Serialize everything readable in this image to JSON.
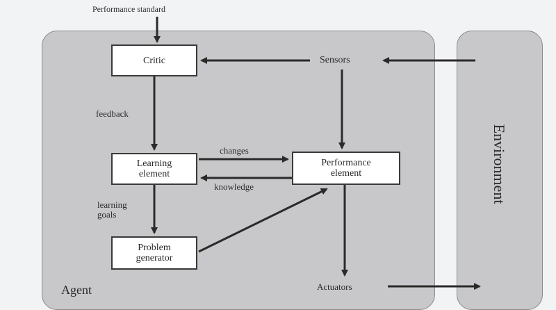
{
  "diagram": {
    "performance_standard": "Performance standard",
    "critic": "Critic",
    "sensors": "Sensors",
    "feedback": "feedback",
    "learning_element": [
      "Learning",
      "element"
    ],
    "changes": "changes",
    "knowledge": "knowledge",
    "performance_element": [
      "Performance",
      "element"
    ],
    "learning_goals": [
      "learning",
      "goals"
    ],
    "problem_generator": [
      "Problem",
      "generator"
    ],
    "actuators": "Actuators",
    "agent": "Agent",
    "environment": "Environment"
  },
  "colors": {
    "background": "#f2f3f5",
    "panel": "#c8c8ca",
    "box": "#ffffff",
    "arrow": "#2a2a2a"
  }
}
